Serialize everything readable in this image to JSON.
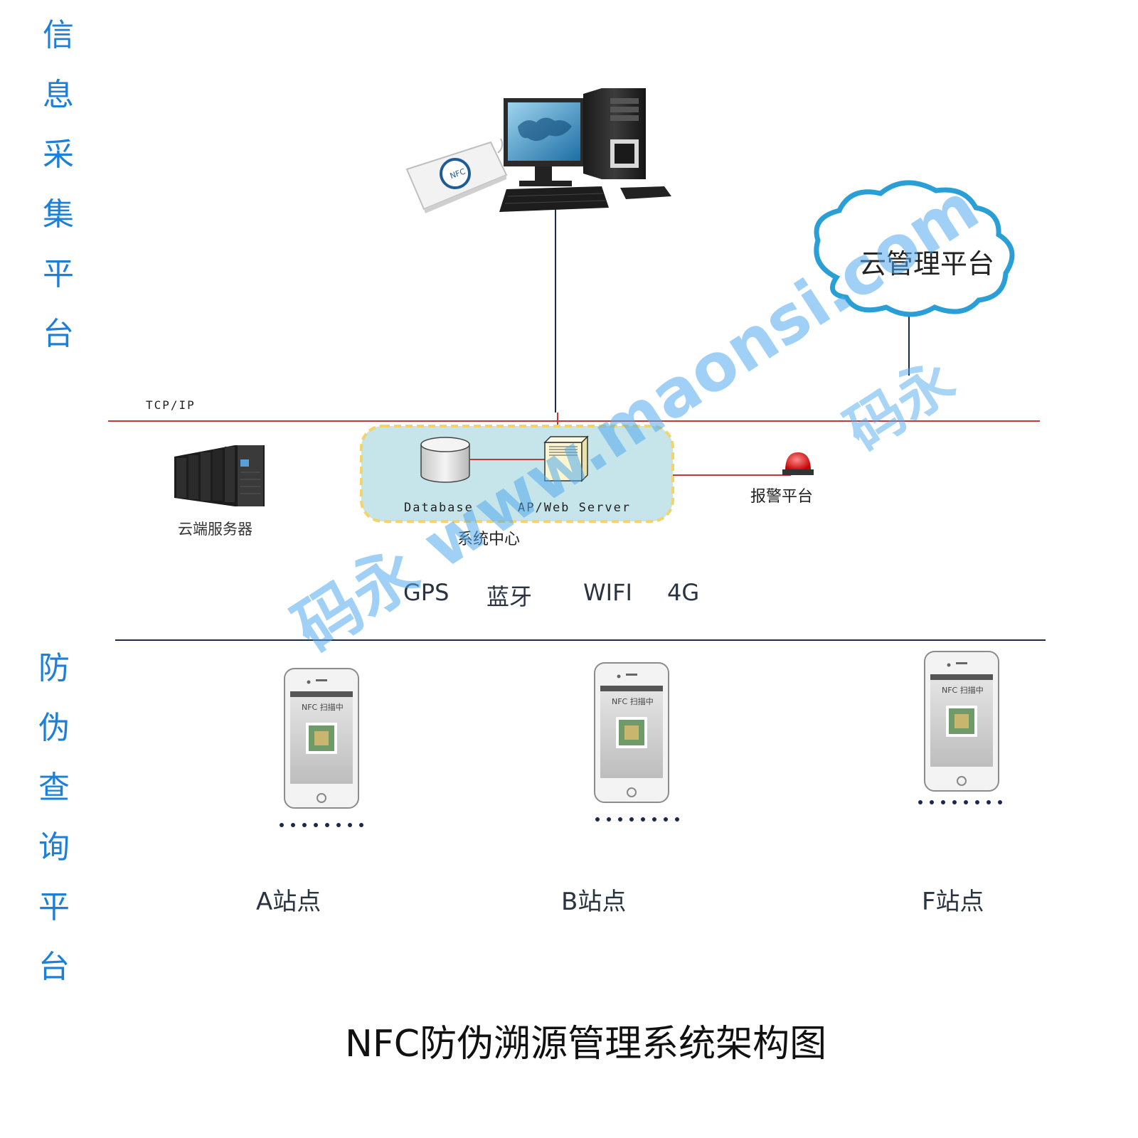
{
  "side_labels": {
    "top": [
      "信",
      "息",
      "采",
      "集",
      "平",
      "台"
    ],
    "bottom": [
      "防",
      "伪",
      "查",
      "询",
      "平",
      "台"
    ]
  },
  "network": {
    "tcp_label": "TCP/IP",
    "database_label": "Database",
    "server_label": "AP/Web Server",
    "system_center_label": "系统中心",
    "cloud_server_label": "云端服务器",
    "alarm_label": "报警平台",
    "cloud_platform_label": "云管理平台"
  },
  "protocols": [
    "GPS",
    "蓝牙",
    "WIFI",
    "4G"
  ],
  "sites": [
    "A站点",
    "B站点",
    "F站点"
  ],
  "phone_screen_text": "NFC 扫描中",
  "nfc_reader_text": "NFC",
  "title": "NFC防伪溯源管理系统架构图",
  "watermark": {
    "main": "码永 www.maonsi.com",
    "secondary": "码永"
  },
  "colors": {
    "side_label": "#1e7fd8",
    "tcp_line": "#c0393b",
    "link_line": "#1b2a4a",
    "center_fill": "#c5e5ea",
    "center_border": "#f2d46a",
    "cloud_border": "#2a9fd6"
  }
}
